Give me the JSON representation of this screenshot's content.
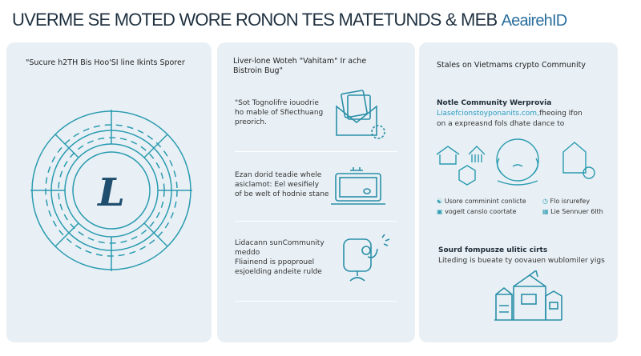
{
  "header": {
    "title": "UVERME SE MOTED WORE RONON TES MATETUNDS & MEB",
    "title_accent": "AeairehID"
  },
  "panel_left": {
    "heading": "\"Sucure h2TH Bis Hoo'SI line Ikints Sporer",
    "logo_letter": "L"
  },
  "panel_middle": {
    "heading": "Liver-lone Woteh \"Vahitam\" Ir ache Bistroin Bug\"",
    "rows": [
      {
        "lines": [
          "\"Sot Tognolifre iouodrie",
          "ho mable of Sfiecthuang",
          "preorich."
        ]
      },
      {
        "lines": [
          "Ezan dorid teadie whele",
          "asiclamot: Eel wesifiely",
          "of be welt of hodnie stane"
        ]
      },
      {
        "lines": [
          "Lidacann sunCommunity",
          "meddo",
          "Fliainend is ppoprouel",
          "esjoelding andeite rulde"
        ]
      }
    ]
  },
  "panel_right": {
    "heading": "Stales on Vietmams crypto Community",
    "subheading": "Notle Community Werprovia",
    "link": "Liasefcionstoyponanits.com,",
    "link_suffix": "fheoing Ifon",
    "desc": "on a expreasnd fols dhate dance to",
    "legend": [
      {
        "icon": "people-icon",
        "label": "Usore comminint conlicte"
      },
      {
        "icon": "clock-icon",
        "label": "Flo isrurefey"
      },
      {
        "icon": "wallet-icon",
        "label": "vogelt canslo coortate"
      },
      {
        "icon": "calendar-icon",
        "label": "Lie Sennuer 6lth"
      }
    ],
    "section_title": "Sourd fompusze ulitic cirts",
    "section_text": "Liteding is bueate ty oovauen wublomiler yigs"
  },
  "colors": {
    "accent": "#2a9bc2",
    "stroke": "#2a8fa8",
    "dark": "#1f4e6e",
    "panel": "#e9f0f5"
  }
}
